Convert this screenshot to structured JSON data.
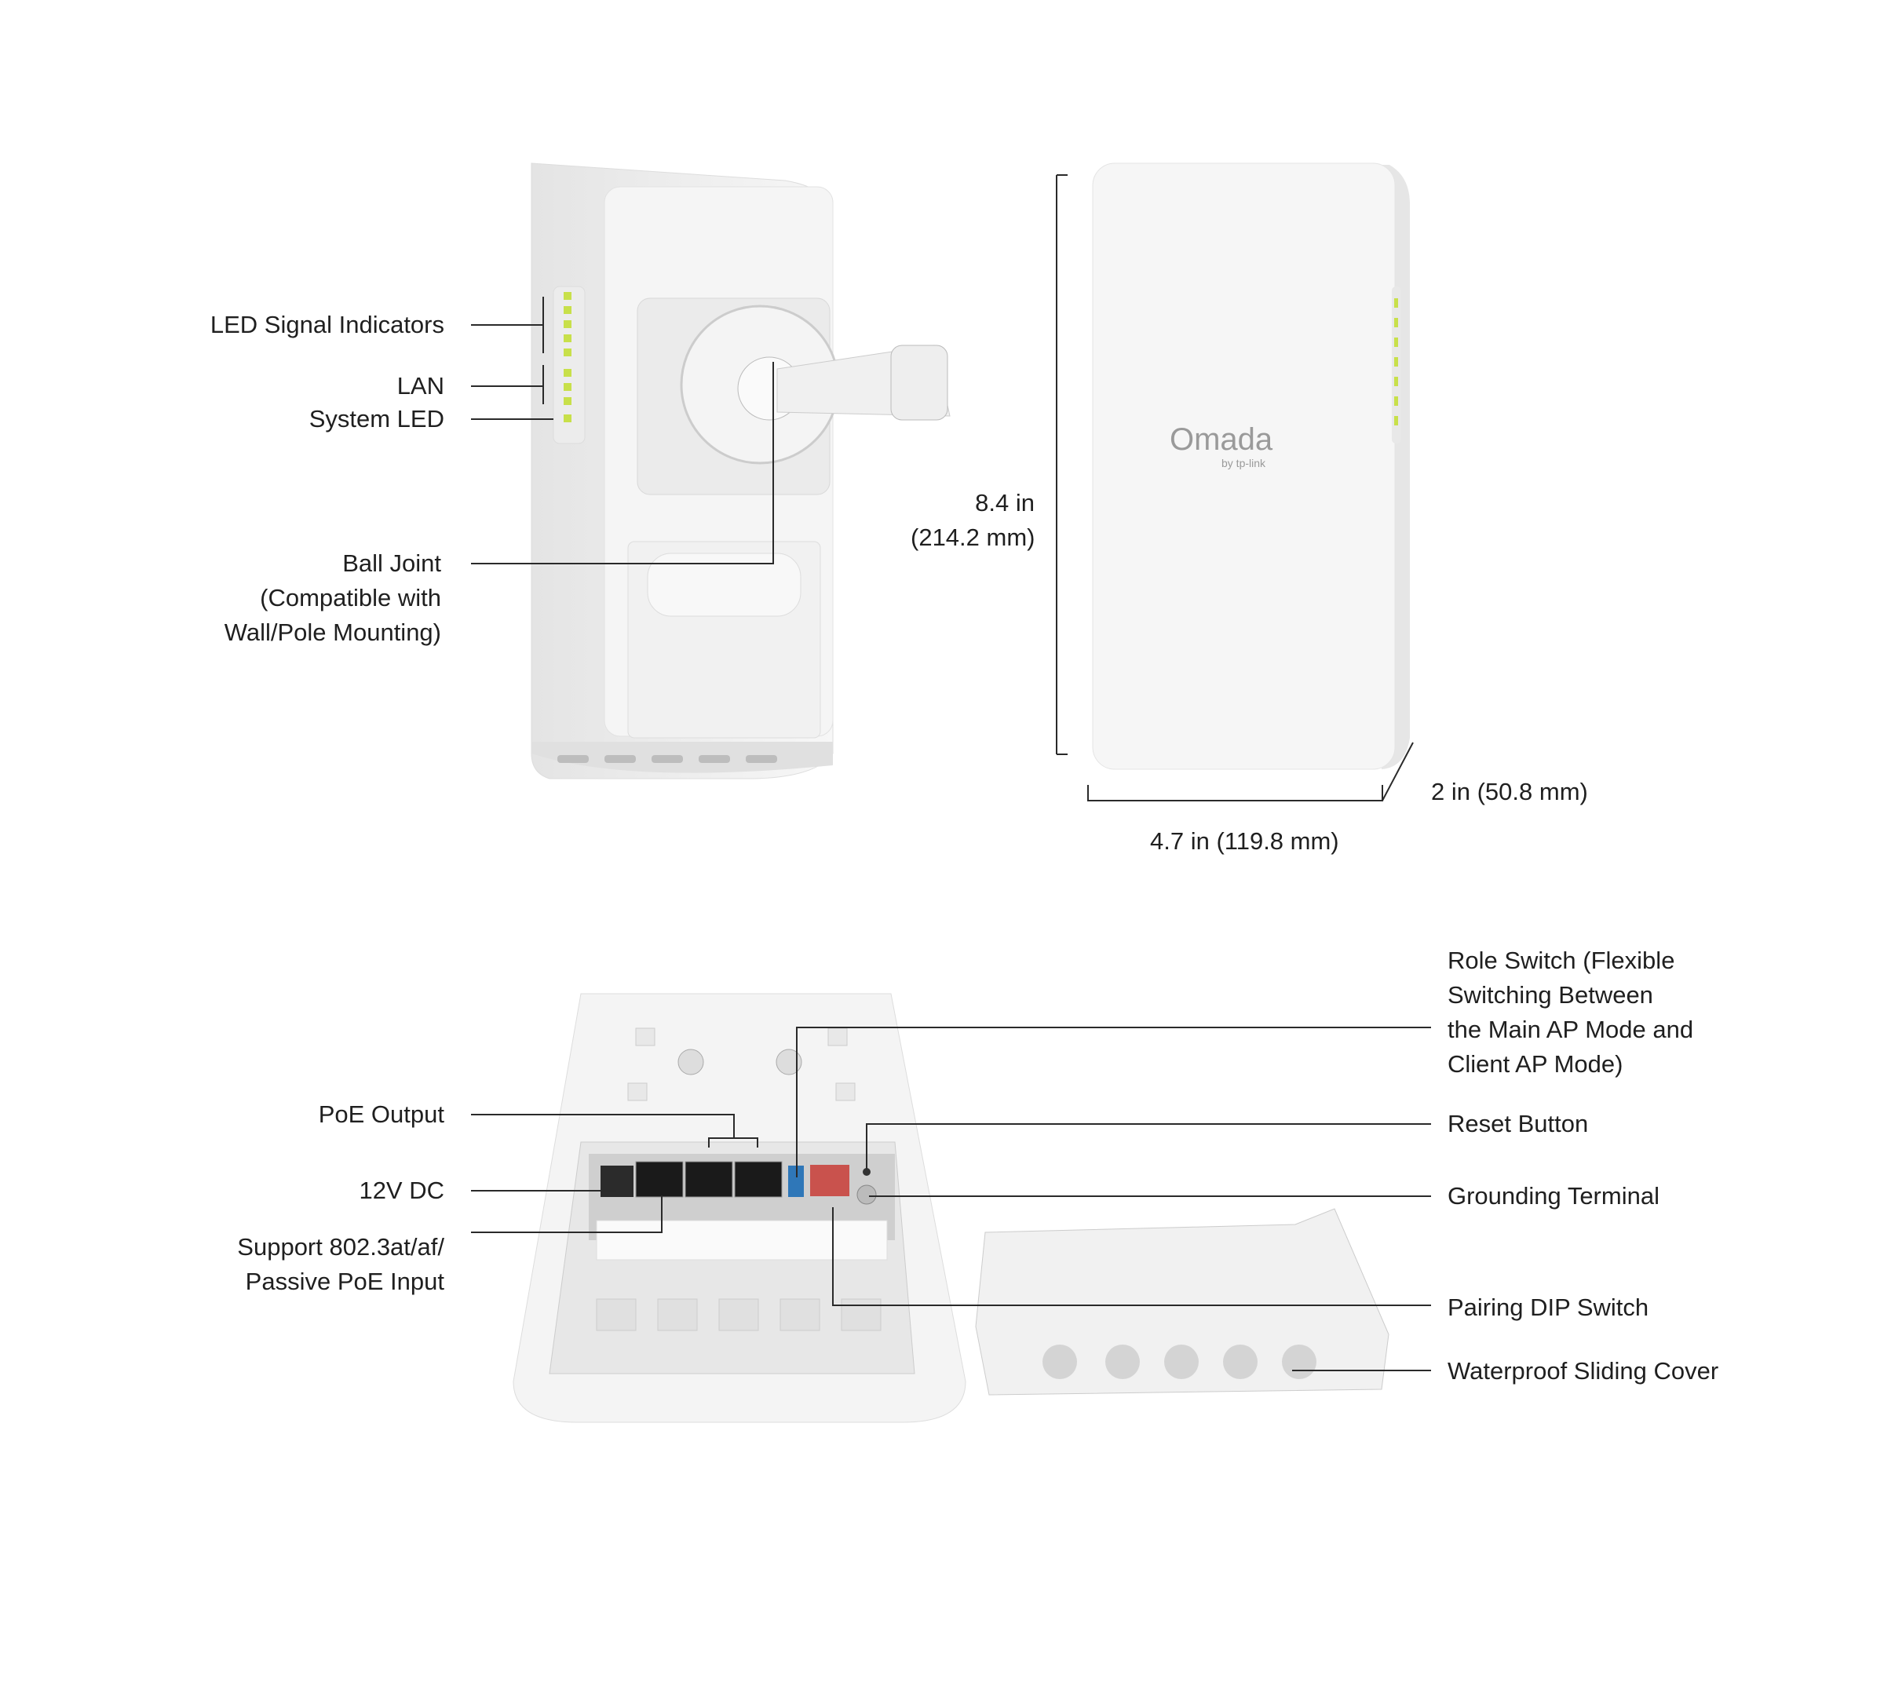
{
  "top_left_callouts": {
    "led_signal": "LED Signal Indicators",
    "lan": "LAN",
    "system_led": "System LED",
    "ball_joint": [
      "Ball Joint",
      "(Compatible with",
      "Wall/Pole Mounting)"
    ]
  },
  "dimensions": {
    "height_in": "8.4 in",
    "height_mm": "(214.2 mm)",
    "width": "4.7 in (119.8 mm)",
    "depth": "2 in (50.8 mm)"
  },
  "logo": {
    "brand": "Omada",
    "sub": "by tp-link"
  },
  "bottom_left_callouts": {
    "poe_output": "PoE Output",
    "dc12v": "12V DC",
    "poe_input": [
      "Support 802.3at/af/",
      "Passive PoE Input"
    ]
  },
  "bottom_right_callouts": {
    "role_switch": [
      "Role Switch (Flexible",
      "Switching Between",
      "the Main AP Mode and",
      "Client AP Mode)"
    ],
    "reset": "Reset Button",
    "grounding": "Grounding Terminal",
    "pairing": "Pairing DIP Switch",
    "cover": "Waterproof Sliding Cover"
  },
  "colors": {
    "device": "#f2f2f2",
    "led": "#c8e04a",
    "role_switch": "#2f77b8",
    "dip_switch": "#c9524d",
    "line": "#2a2a2a"
  }
}
